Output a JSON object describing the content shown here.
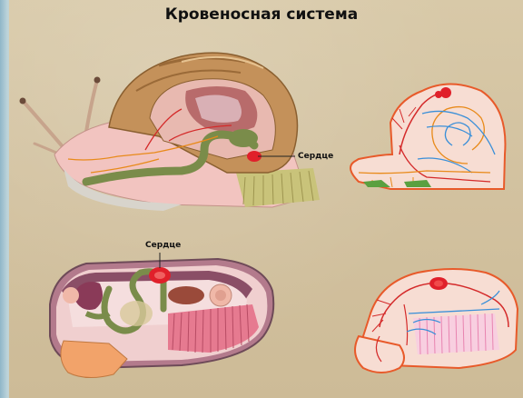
{
  "title": "Кровеносная система",
  "labels": {
    "heart_top": "Сердце",
    "heart_bottom": "Сердце"
  },
  "colors": {
    "body_pink": "#f2c4c0",
    "shell_brown": "#c4915a",
    "vessel_red": "#d42a2a",
    "vessel_blue": "#3a8fd8",
    "vessel_orange": "#e88a1a",
    "gut_green": "#7a8c4a",
    "heart_red": "#e0202a"
  }
}
